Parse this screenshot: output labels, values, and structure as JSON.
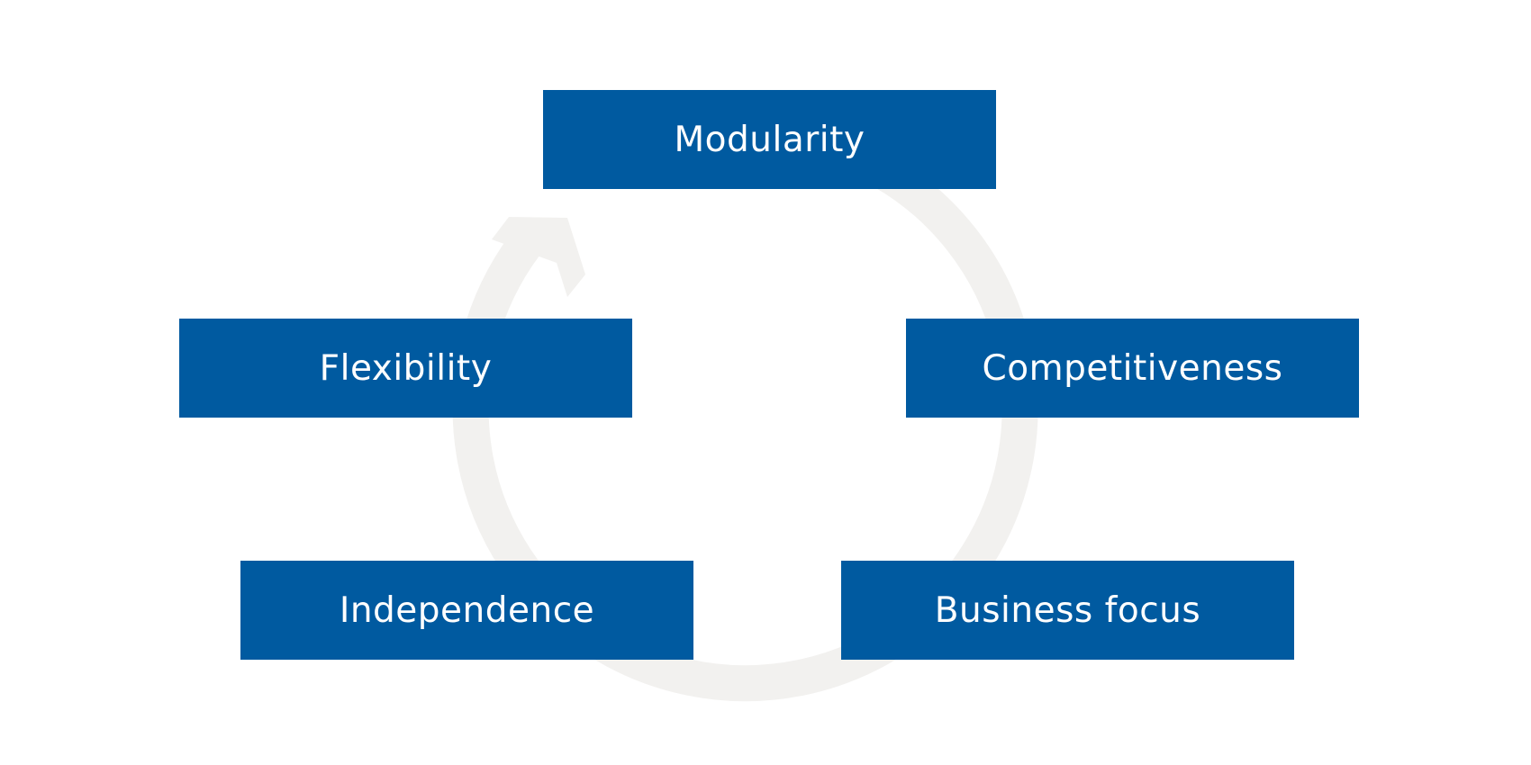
{
  "colors": {
    "box_fill": "#005aa0",
    "box_text": "#ffffff",
    "cycle_arrow": "#f2f1ef"
  },
  "diagram": {
    "type": "cycle",
    "direction": "clockwise",
    "nodes": [
      {
        "id": "modularity",
        "label": "Modularity"
      },
      {
        "id": "competitiveness",
        "label": "Competitiveness"
      },
      {
        "id": "business_focus",
        "label": "Business focus"
      },
      {
        "id": "independence",
        "label": "Independence"
      },
      {
        "id": "flexibility",
        "label": "Flexibility"
      }
    ]
  }
}
